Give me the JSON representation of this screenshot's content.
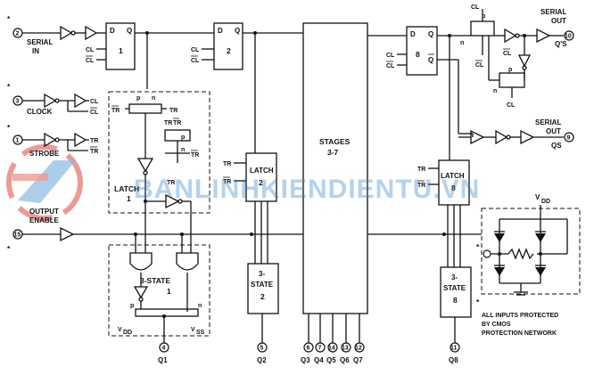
{
  "inputs": {
    "serial_in": {
      "pin": "2",
      "label_1": "SERIAL",
      "label_2": "IN"
    },
    "clock": {
      "pin": "3",
      "label": "CLOCK"
    },
    "strobe": {
      "pin": "1",
      "label": "STROBE"
    },
    "output_enable": {
      "pin": "15",
      "label_1": "OUTPUT",
      "label_2": "ENABLE"
    },
    "protected_mark": "*"
  },
  "signals": {
    "cl": "CL",
    "cl_bar": "CL",
    "tr": "TR",
    "tr_bar": "TR",
    "d": "D",
    "q": "Q",
    "q_bar": "Q",
    "p": "p",
    "n": "n",
    "vdd": "V",
    "vdd_sub": "DD",
    "vss": "V",
    "vss_sub": "SS"
  },
  "stages": {
    "ff1": "1",
    "ff2": "2",
    "ff8": "8",
    "middle_title_1": "STAGES",
    "middle_title_2": "3-7",
    "latch_label": "LATCH",
    "latch1_num": "1",
    "latch2_num": "2",
    "latch8_num": "8",
    "three_state": "3-STATE",
    "three_state_1": "3-",
    "three_state_2": "STATE",
    "ts1_num": "1",
    "ts2_num": "2",
    "ts8_num": "8"
  },
  "outputs": {
    "serial_out_qs_prime": {
      "pin": "10",
      "label_1": "SERIAL",
      "label_2": "OUT",
      "label_3": "Q'S"
    },
    "serial_out_qs": {
      "pin": "9",
      "label_1": "SERIAL",
      "label_2": "OUT",
      "label_3": "QS"
    },
    "q1": {
      "pin": "4",
      "label": "Q1"
    },
    "q2": {
      "pin": "5",
      "label": "Q2"
    },
    "q3": {
      "pin": "6",
      "label": "Q3"
    },
    "q4": {
      "pin": "7",
      "label": "Q4"
    },
    "q5": {
      "pin": "14",
      "label": "Q5"
    },
    "q6": {
      "pin": "13",
      "label": "Q6"
    },
    "q7": {
      "pin": "12",
      "label": "Q7"
    },
    "q8": {
      "pin": "11",
      "label": "Q8"
    }
  },
  "protection": {
    "vdd": "V",
    "vdd_sub": "DD",
    "note_1": "ALL INPUTS PROTECTED",
    "note_2": "BY CMOS",
    "note_3": "PROTECTION NETWORK"
  },
  "watermark": "BANLINHKIENDIENTU.VN",
  "colors": {
    "ink": "#111111",
    "watermark": "#2a7fc9",
    "logo_red": "#e0483c"
  }
}
